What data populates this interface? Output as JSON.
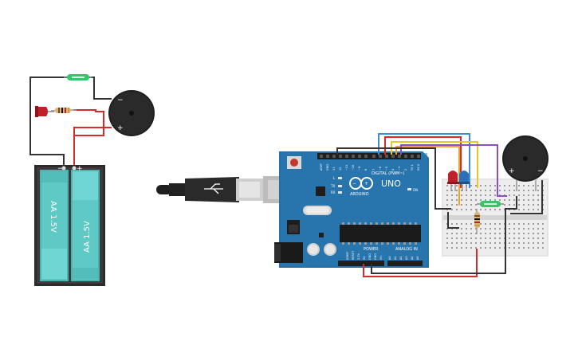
{
  "battery_pack": {
    "cell_1_label": "AA 1.5V",
    "cell_2_label": "AA 1.5V",
    "minus_sign": "−",
    "plus_sign": "+"
  },
  "left_buzzer": {
    "minus_label": "−",
    "plus_label": "+"
  },
  "right_buzzer": {
    "plus_label": "+",
    "minus_label": "−"
  },
  "arduino": {
    "logo_text": "ARDUINO",
    "model_text": "UNO",
    "on_label": "ON",
    "digital_label": "DIGITAL (PWM~)",
    "power_label": "POWER",
    "analog_label": "ANALOG IN",
    "tx_label": "TX",
    "rx_label": "RX",
    "l_label": "L",
    "digital_pins": [
      "AREF",
      "GND",
      "13",
      "12",
      "~11",
      "~10",
      "~9",
      "8",
      "7",
      "~6",
      "~5",
      "4",
      "~3",
      "2",
      "TX 1",
      "RX 0"
    ],
    "power_pins": [
      "IOREF",
      "RESET",
      "3.3V",
      "5V",
      "GND",
      "GND",
      "Vin"
    ],
    "analog_pins": [
      "A0",
      "A1",
      "A2",
      "A3",
      "A4",
      "A5"
    ]
  },
  "colors": {
    "board_blue": "#2670a8",
    "battery_body": "#3b3b3b",
    "battery_cell": "#5fc9c6",
    "wire_red": "#d42b2b",
    "wire_black": "#333333",
    "wire_blue": "#3c8fd6",
    "wire_orange": "#f0a22c",
    "wire_yellow": "#e8c52b",
    "wire_purple": "#8c4fc0",
    "led_red": "#c0202a",
    "led_blue": "#2e6fb8",
    "sensor_green": "#39c46a"
  },
  "icons": [
    "usb-cable-icon",
    "reset-button-icon",
    "tilt-sensor-icon"
  ]
}
